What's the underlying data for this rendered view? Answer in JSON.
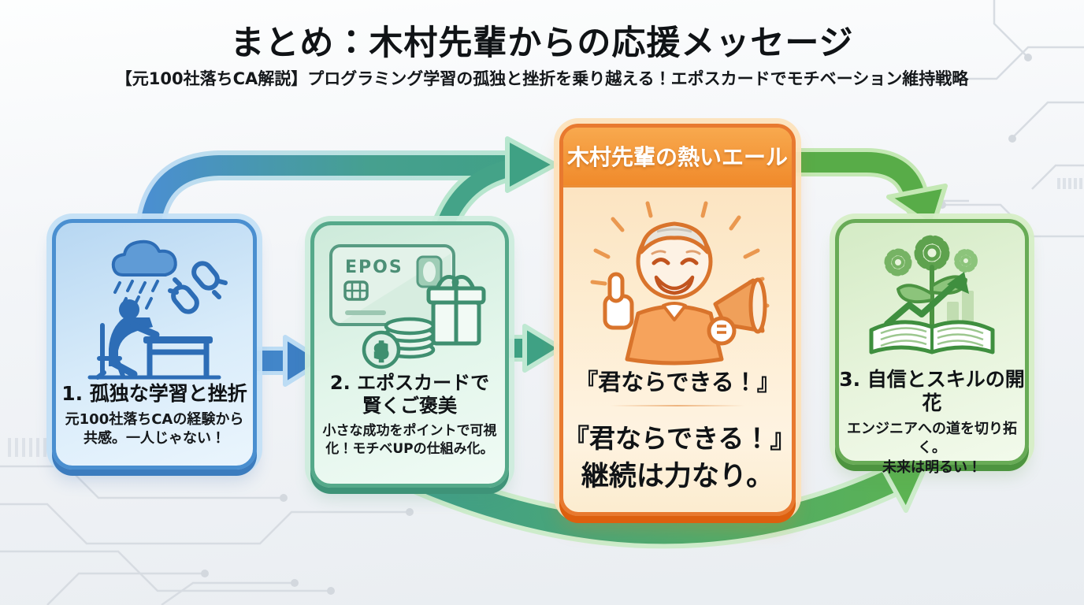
{
  "page": {
    "title": "まとめ：木村先輩からの応援メッセージ",
    "subtitle": "【元100社落ちCA解説】プログラミング学習の孤独と挫折を乗り越える！エポスカードでモチベーション維持戦略"
  },
  "steps": {
    "step1": {
      "title": "1. 孤独な学習と挫折",
      "body_line1": "元100社落ちCAの経験から",
      "body_line2": "共感。一人じゃない！",
      "icon": "lonely-study-rain-broken-chain"
    },
    "step2": {
      "title_line1": "2. エポスカードで",
      "title_line2": "賢くご褒美",
      "body_line1": "小さな成功をポイントで可視",
      "body_line2": "化！モチベUPの仕組み化。",
      "card_brand": "EPOS",
      "coin_symbol": "$",
      "icon": "epos-card-gift-coins"
    },
    "cheer": {
      "header": "木村先輩の熱いエール",
      "quote1": "『君ならできる！』",
      "quote2_line1": "『君ならできる！』",
      "quote2_line2": "継続は力なり。",
      "icon": "cheering-senior-megaphone"
    },
    "step3": {
      "title": "3. 自信とスキルの開花",
      "body_line1": "エンジニアへの道を切り拓く。",
      "body_line2": "未来は明るい！",
      "icon": "growth-book-plant-gears-arrow"
    }
  },
  "colors": {
    "background": "#eef1f4",
    "blue_box_border": "#4a8fd0",
    "blue_icon": "#2d6db6",
    "green_box_border": "#55a98a",
    "green_icon": "#3f8f70",
    "orange_box_border": "#e8792f",
    "orange_header": "#f08a2b",
    "orange_illustration": "#d9742c",
    "green2_box_border": "#68ab56",
    "arrow_blue": "#4a8fd0",
    "arrow_green": "#44a583",
    "arrow_bright_green": "#58ac48",
    "circuit_trace": "#d7dce2"
  }
}
